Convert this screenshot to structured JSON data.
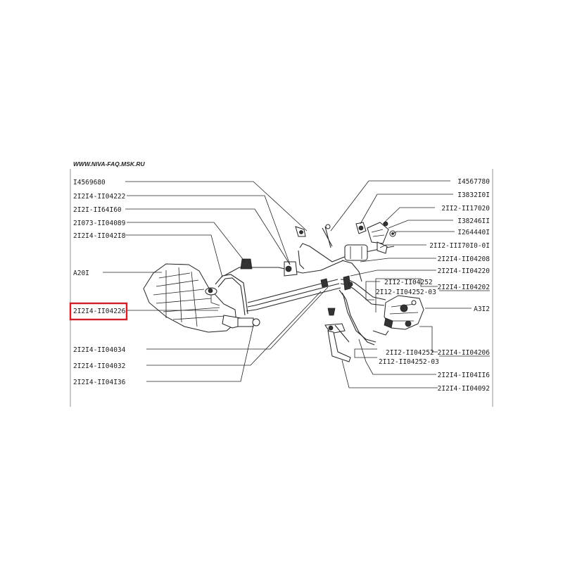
{
  "site": "WWW.NIVA-FAQ.MSK.RU",
  "highlight_color": "#d0202a",
  "labels_left": [
    "I4569680",
    "2I2I4-II04222",
    "2I2I-II64I60",
    "2I073-II04089",
    "2I2I4-II042I8",
    "A20I",
    "2I2I4-II04226",
    "2I2I4-II04034",
    "2I2I4-II04032",
    "2I2I4-II04I36"
  ],
  "labels_right": [
    "I4567780",
    "I3832I0I",
    "2II2-II17020",
    "I38246II",
    "I264440I",
    "2II2-III70I0-0I",
    "2I2I4-II04208",
    "2I2I4-II04220",
    "2I2I4-II04202",
    "A3I2",
    "2I2I4-II04206",
    "2I2I4-II04II6",
    "2I2I4-II04092"
  ],
  "labels_mid": [
    "2II2-II04252",
    "2I12-II04252-03",
    "2II2-II04252",
    "2I12-II04252-03"
  ]
}
